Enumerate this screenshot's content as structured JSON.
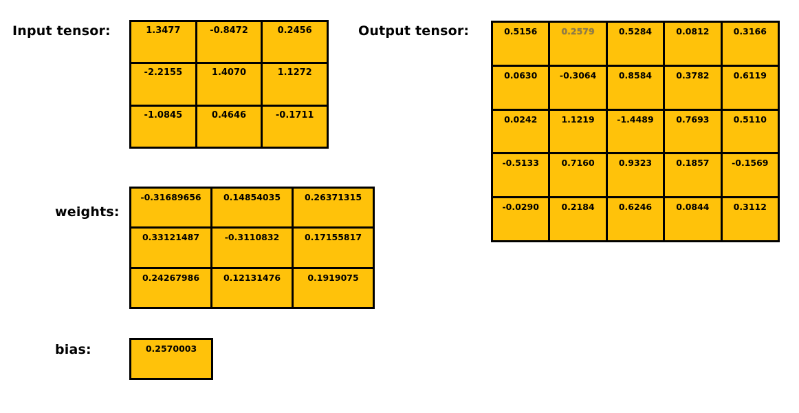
{
  "colors": {
    "cell_fill": "#FFC20A",
    "border": "#000000",
    "text": "#000000",
    "muted_text": "#8a7a50",
    "background": "#ffffff"
  },
  "labels": {
    "input": "Input tensor:",
    "output": "Output tensor:",
    "weights": "weights:",
    "bias": "bias:"
  },
  "chart_data": {
    "type": "table",
    "title": "Tensor / weights / bias / output matrices",
    "tables": [
      {
        "name": "input_tensor",
        "label": "Input tensor:",
        "rows": 3,
        "cols": 3,
        "values": [
          [
            "1.3477",
            "-0.8472",
            "0.2456"
          ],
          [
            "-2.2155",
            "1.4070",
            "1.1272"
          ],
          [
            "-1.0845",
            "0.4646",
            "-0.1711"
          ]
        ]
      },
      {
        "name": "weights",
        "label": "weights:",
        "rows": 3,
        "cols": 3,
        "values": [
          [
            "-0.31689656",
            "0.14854035",
            "0.26371315"
          ],
          [
            "0.33121487",
            "-0.3110832",
            "0.17155817"
          ],
          [
            "0.24267986",
            "0.12131476",
            "0.1919075"
          ]
        ]
      },
      {
        "name": "bias",
        "label": "bias:",
        "rows": 1,
        "cols": 1,
        "values": [
          [
            "0.2570003"
          ]
        ]
      },
      {
        "name": "output_tensor",
        "label": "Output tensor:",
        "rows": 5,
        "cols": 5,
        "muted_cells": [
          [
            0,
            1
          ]
        ],
        "values": [
          [
            "0.5156",
            "0.2579",
            "0.5284",
            "0.0812",
            "0.3166"
          ],
          [
            "0.0630",
            "-0.3064",
            "0.8584",
            "0.3782",
            "0.6119"
          ],
          [
            "0.0242",
            "1.1219",
            "-1.4489",
            "0.7693",
            "0.5110"
          ],
          [
            "-0.5133",
            "0.7160",
            "0.9323",
            "0.1857",
            "-0.1569"
          ],
          [
            "-0.0290",
            "0.2184",
            "0.6246",
            "0.0844",
            "0.3112"
          ]
        ]
      }
    ]
  }
}
